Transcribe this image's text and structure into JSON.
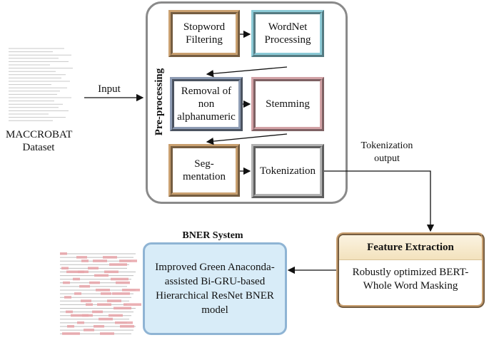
{
  "dataset": {
    "name": "MACCROBAT\nDataset"
  },
  "input_label": "Input",
  "preprocessing": {
    "title": "Pre-processing",
    "steps": [
      "Stopword\nFiltering",
      "WordNet\nProcessing",
      "Removal of\nnon\nalphanumeric",
      "Stemming",
      "Seg-\nmentation",
      "Tokenization"
    ]
  },
  "tokenization_output_label": "Tokenization\noutput",
  "feature_extraction": {
    "title": "Feature Extraction",
    "body": "Robustly optimized BERT-\nWhole Word Masking"
  },
  "bner": {
    "title": "BNER System",
    "body": "Improved Green Anaconda-\nassisted Bi-GRU-based\nHierarchical ResNet BNER\nmodel"
  },
  "colors": {
    "tan": "#c9a070",
    "teal": "#8ccad6",
    "slate": "#8e9cb4",
    "rose": "#d2a2a6",
    "gray": "#b2b2b2",
    "highlight": "#e8a3a8",
    "feature_header": "#f7e9c9",
    "bner_fill": "#d8ecf8"
  }
}
